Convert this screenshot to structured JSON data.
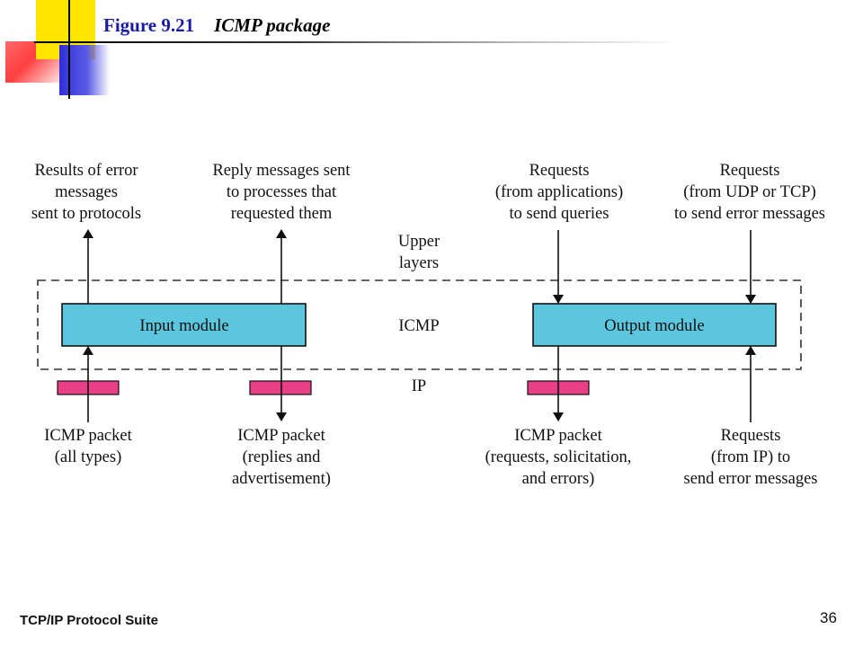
{
  "slide": {
    "figure_number": "Figure 9.21",
    "figure_title": "ICMP package",
    "footer_left": "TCP/IP Protocol Suite",
    "page_number": "36"
  },
  "colors": {
    "module_fill": "#5bc6de",
    "packet_fill": "#e93f86",
    "title_blue": "#1a1aa8"
  },
  "diagram": {
    "layers": {
      "upper": [
        "Upper",
        "layers"
      ],
      "icmp": "ICMP",
      "ip": "IP"
    },
    "modules": {
      "input": "Input module",
      "output": "Output module"
    },
    "top_labels": {
      "results": [
        "Results of error",
        "messages",
        "sent to protocols"
      ],
      "reply": [
        "Reply messages sent",
        "to processes that",
        "requested them"
      ],
      "requests_apps": [
        "Requests",
        "(from applications)",
        "to send queries"
      ],
      "requests_udp": [
        "Requests",
        "(from UDP or TCP)",
        "to send error messages"
      ]
    },
    "bottom_labels": {
      "all_types": [
        "ICMP  packet",
        "(all types)"
      ],
      "replies": [
        "ICMP  packet",
        "(replies and",
        "advertisement)"
      ],
      "requests_packet": [
        "ICMP  packet",
        "(requests, solicitation,",
        "and errors)"
      ],
      "from_ip": [
        "Requests",
        "(from IP) to",
        "send error messages"
      ]
    }
  }
}
